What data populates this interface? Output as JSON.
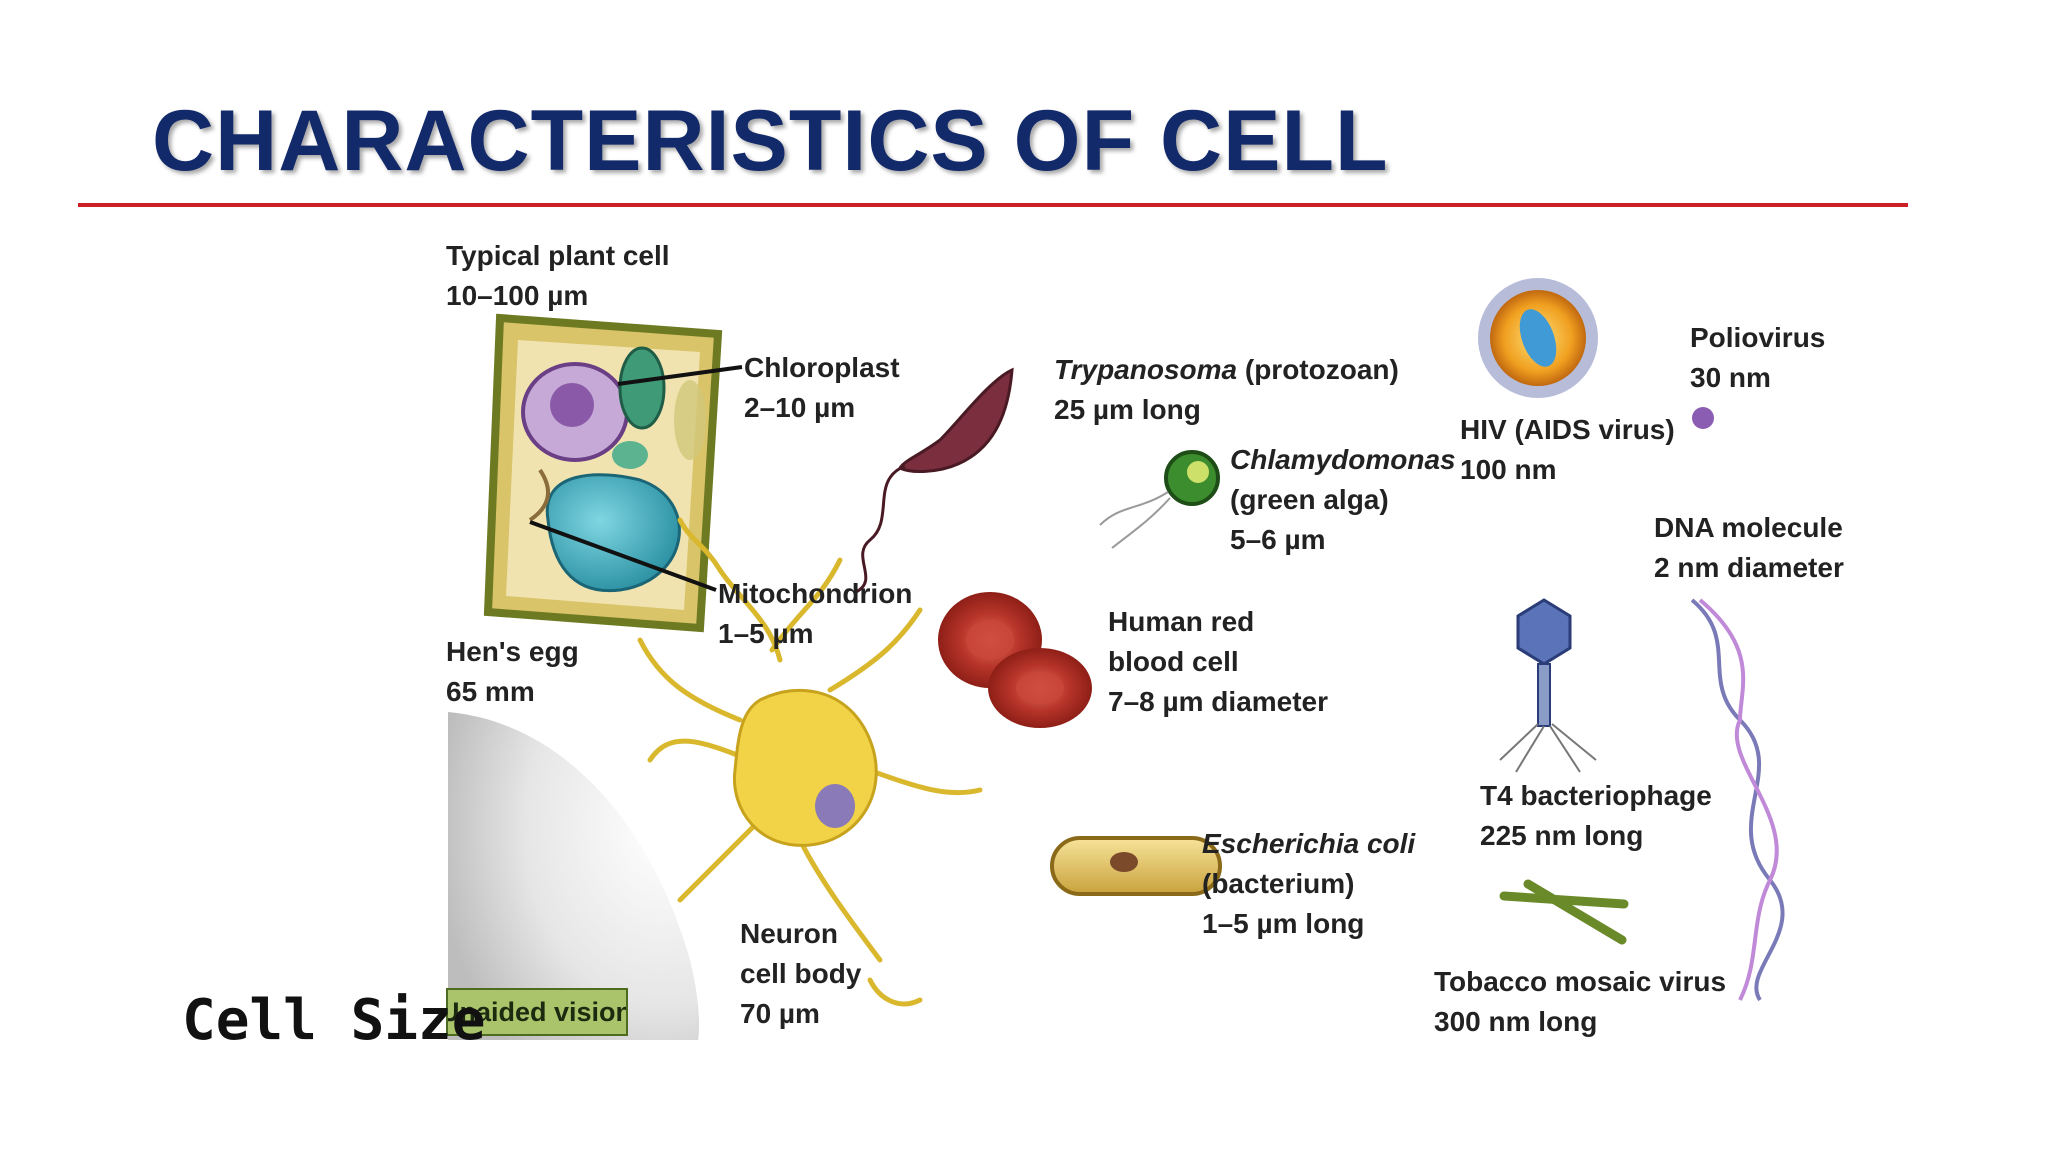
{
  "title": "CHARACTERISTICS OF CELL",
  "caption": "Cell Size",
  "vision_badge": "Unaided vision",
  "labels": {
    "plant_cell": {
      "name": "Typical plant cell",
      "size": "10–100 µm"
    },
    "chloroplast": {
      "name": "Chloroplast",
      "size": "2–10 µm"
    },
    "mitochondrion": {
      "name": "Mitochondrion",
      "size": "1–5 µm"
    },
    "hens_egg": {
      "name": "Hen's egg",
      "size": "65 mm"
    },
    "trypanosoma": {
      "name": "Trypanosoma",
      "qualifier": " (protozoan)",
      "size": "25 µm long"
    },
    "chlamydomonas": {
      "name": "Chlamydomonas",
      "qualifier": "(green alga)",
      "size": "5–6 µm"
    },
    "red_blood_cell": {
      "line1": "Human red",
      "line2": "blood cell",
      "size": "7–8 µm diameter"
    },
    "neuron": {
      "line1": "Neuron",
      "line2": "cell body",
      "size": "70 µm"
    },
    "ecoli": {
      "name": "Escherichia coli",
      "qualifier": "(bacterium)",
      "size": "1–5 µm long"
    },
    "hiv": {
      "name": "HIV (AIDS virus)",
      "size": "100 nm"
    },
    "poliovirus": {
      "name": "Poliovirus",
      "size": "30 nm"
    },
    "dna": {
      "name": "DNA molecule",
      "size": "2 nm diameter"
    },
    "t4": {
      "name": "T4 bacteriophage",
      "size": "225 nm long"
    },
    "tmv": {
      "name": "Tobacco mosaic virus",
      "size": "300 nm long"
    }
  },
  "colors": {
    "title": "#12296a",
    "rule": "#cc1f26",
    "label": "#222222"
  }
}
